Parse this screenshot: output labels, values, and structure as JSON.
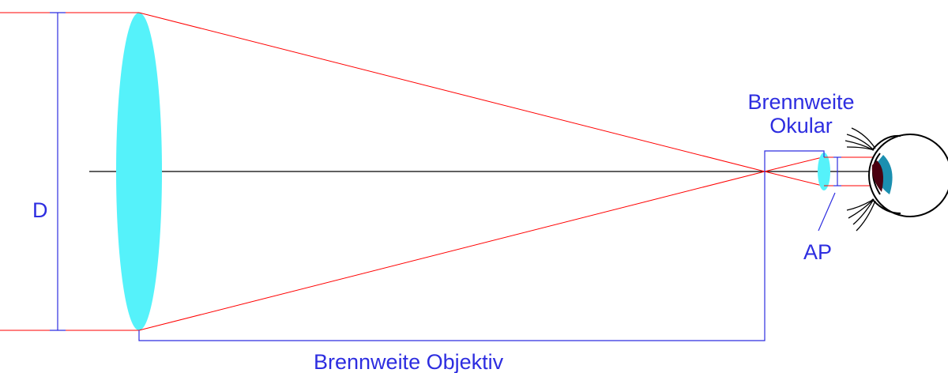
{
  "labels": {
    "diameter": "D",
    "focal_objective": "Brennweite Objektiv",
    "focal_eyepiece_line1": "Brennweite",
    "focal_eyepiece_line2": "Okular",
    "exit_pupil": "AP"
  },
  "colors": {
    "ray": "#ff0000",
    "lens": "#55f2fa",
    "dimension": "#2d2de0",
    "axis": "#000000",
    "eye_outline": "#000000",
    "iris": "#1b8fb0",
    "pupil": "#4a0010"
  },
  "icons": {
    "eye": "eye-icon"
  }
}
